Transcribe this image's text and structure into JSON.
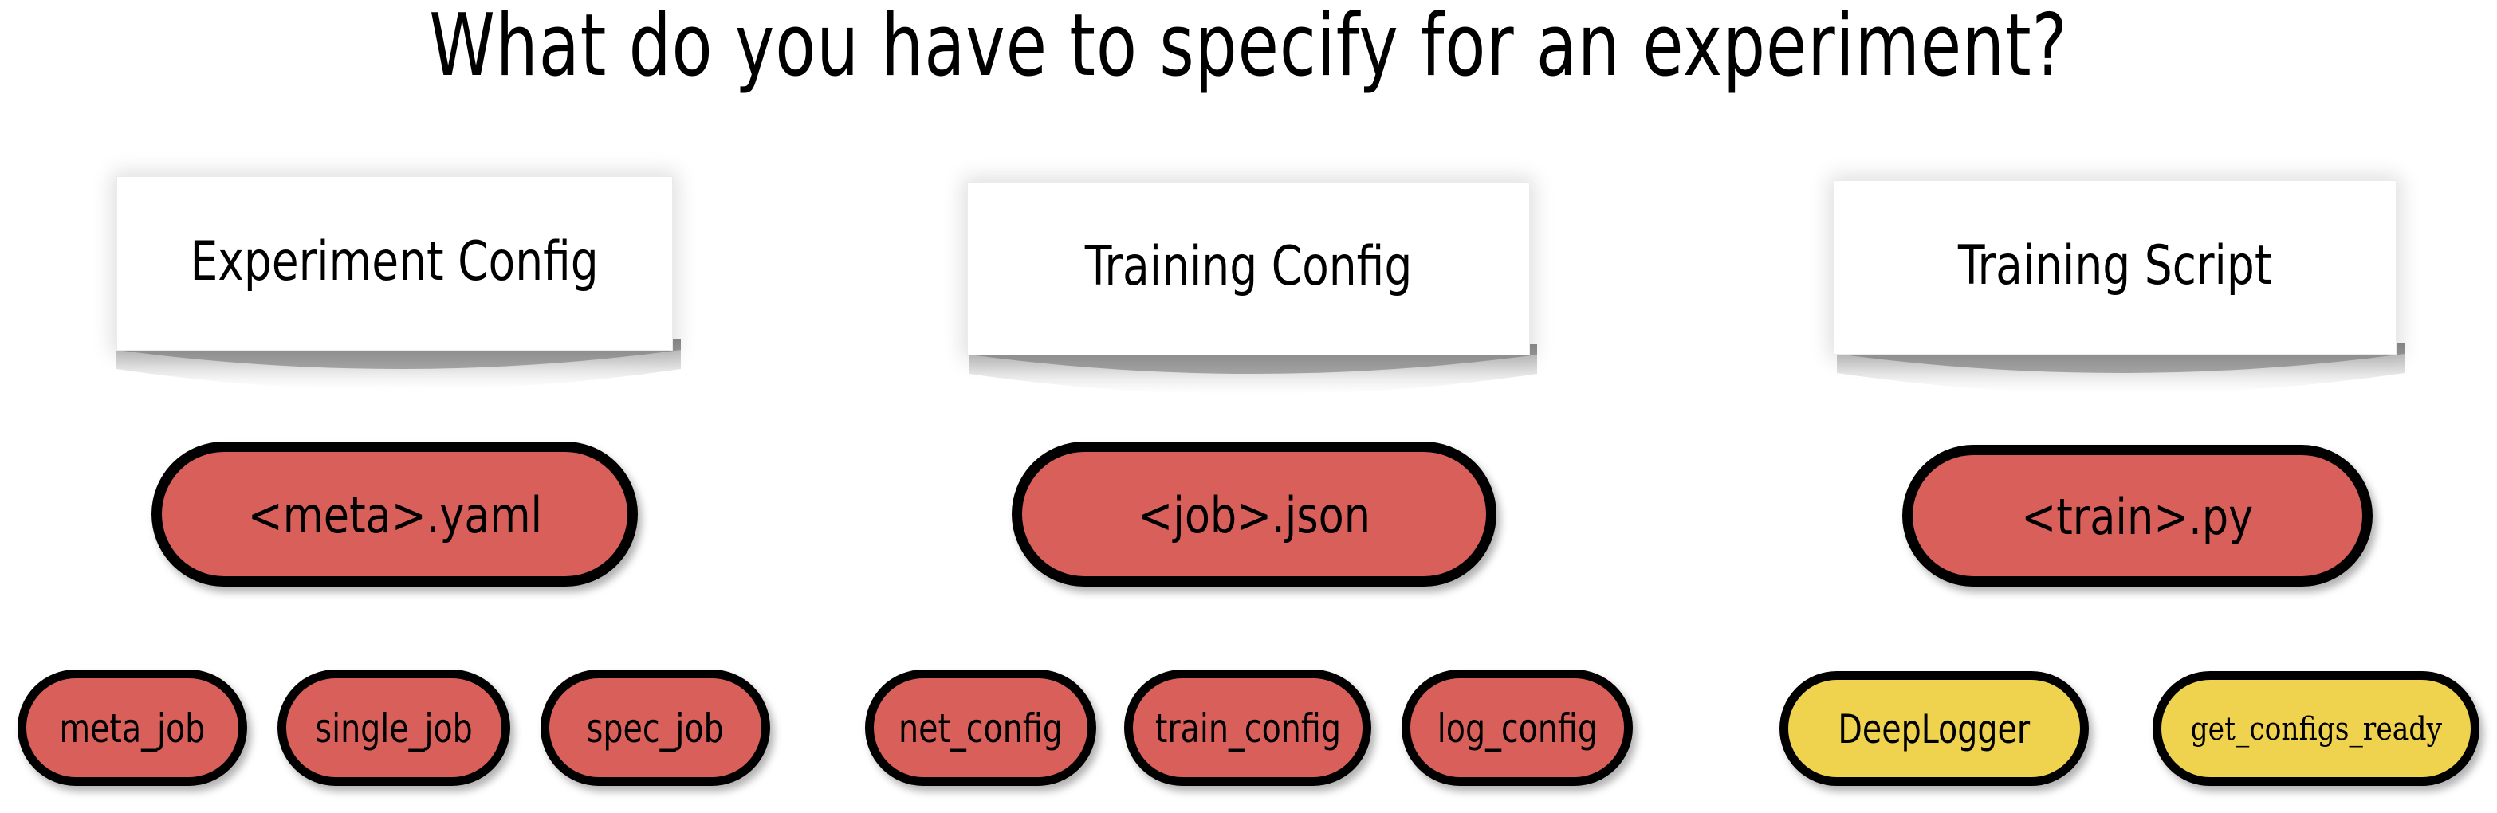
{
  "slide": {
    "title": "What do you have to specify for an experiment?",
    "background_color": "#ffffff",
    "pill_red": "#D9605A",
    "pill_yellow": "#EFD24E",
    "pill_border": "#000000"
  },
  "columns": [
    {
      "id": "experiment-config",
      "card_label": "Experiment Config",
      "file_pill": {
        "label": "<meta>.yaml",
        "color": "#D9605A"
      },
      "items": [
        {
          "label": "meta_job",
          "color": "#D9605A"
        },
        {
          "label": "single_job",
          "color": "#D9605A"
        },
        {
          "label": "spec_job",
          "color": "#D9605A"
        }
      ]
    },
    {
      "id": "training-config",
      "card_label": "Training Config",
      "file_pill": {
        "label": "<job>.json",
        "color": "#D9605A"
      },
      "items": [
        {
          "label": "net_config",
          "color": "#D9605A"
        },
        {
          "label": "train_config",
          "color": "#D9605A"
        },
        {
          "label": "log_config",
          "color": "#D9605A"
        }
      ]
    },
    {
      "id": "training-script",
      "card_label": "Training Script",
      "file_pill": {
        "label": "<train>.py",
        "color": "#D9605A"
      },
      "items": [
        {
          "label": "DeepLogger",
          "color": "#EFD24E"
        },
        {
          "label": "get_configs_ready",
          "color": "#EFD24E"
        }
      ]
    }
  ]
}
